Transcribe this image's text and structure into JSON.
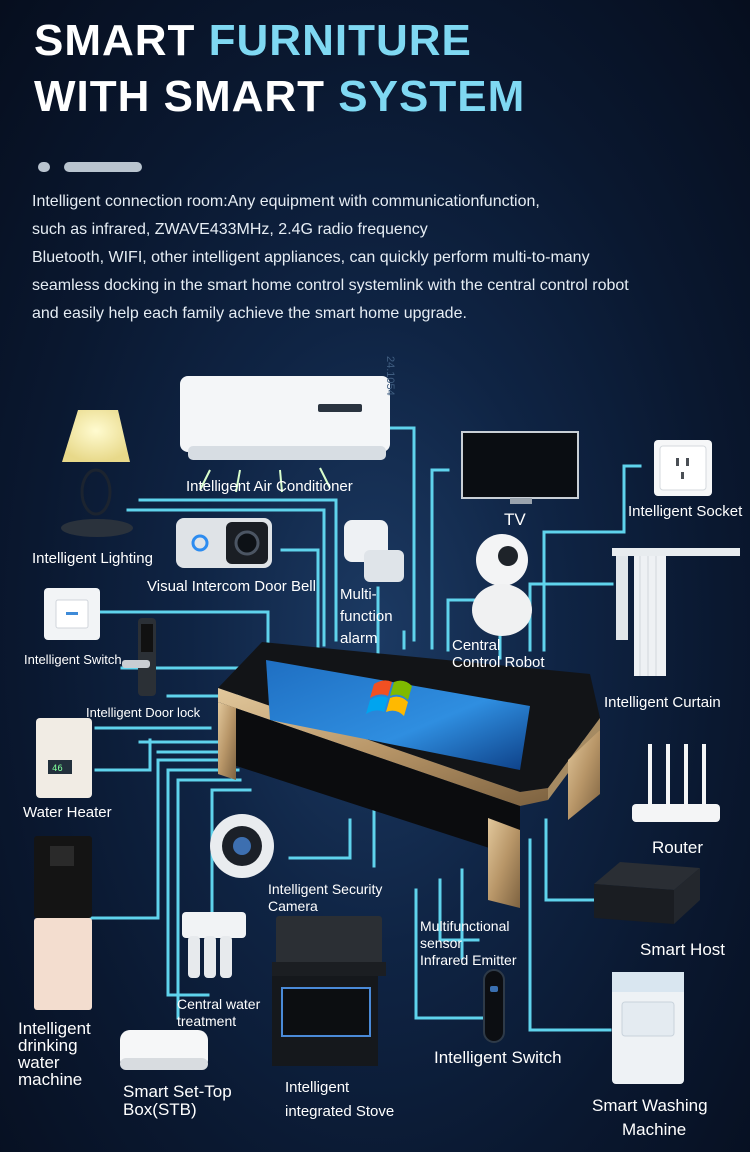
{
  "title": {
    "line1_white": "SMART ",
    "line1_cyan": "FURNITURE",
    "line2_white": "WITH SMART ",
    "line2_cyan": "SYSTEM"
  },
  "intro": [
    "Intelligent connection room:Any equipment with communicationfunction,",
    "such as infrared, ZWAVE433MHz, 2.4G radio frequency",
    "Bluetooth, WIFI, other intelligent appliances, can quickly perform multi-to-many",
    "seamless docking in the smart home control systemlink with the central control robot",
    "and easily help each family achieve the smart home upgrade."
  ],
  "labels": {
    "air_conditioner": "Intelligent Air Conditioner",
    "tv": "TV",
    "socket": "Intelligent Socket",
    "lighting": "Intelligent Lighting",
    "door_bell": "Visual Intercom Door Bell",
    "alarm": "Multi-function alarm",
    "robot_1": "Central",
    "robot_2": "Control Robot",
    "switch_left": "Intelligent Switch",
    "door_lock": "Intelligent Door lock",
    "curtain": "Intelligent Curtain",
    "water_heater": "Water Heater",
    "router": "Router",
    "camera_1": "Intelligent Security",
    "camera_2": "Camera",
    "smart_host": "Smart Host",
    "emitter_1": "Multifunctional",
    "emitter_2": "sensor",
    "emitter_3": "Infrared Emitter",
    "water_treatment_1": "Central water",
    "water_treatment_2": "treatment",
    "drinking_1": "Intelligent",
    "drinking_2": "drinking",
    "drinking_3": "water",
    "drinking_4": "machine",
    "switch_bottom": "Intelligent Switch",
    "stb_1": "Smart Set-Top",
    "stb_2": "Box(STB)",
    "stove_1": "Intelligent",
    "stove_2": "integrated Stove",
    "washer_1": "Smart Washing",
    "washer_2": "Machine",
    "watermark": "24.1054"
  },
  "colors": {
    "line": "#5fd3ec",
    "accent": "#7fd8f2",
    "background": "#0f2444"
  },
  "screen": {
    "brand_icon": "windows-logo-icon"
  }
}
